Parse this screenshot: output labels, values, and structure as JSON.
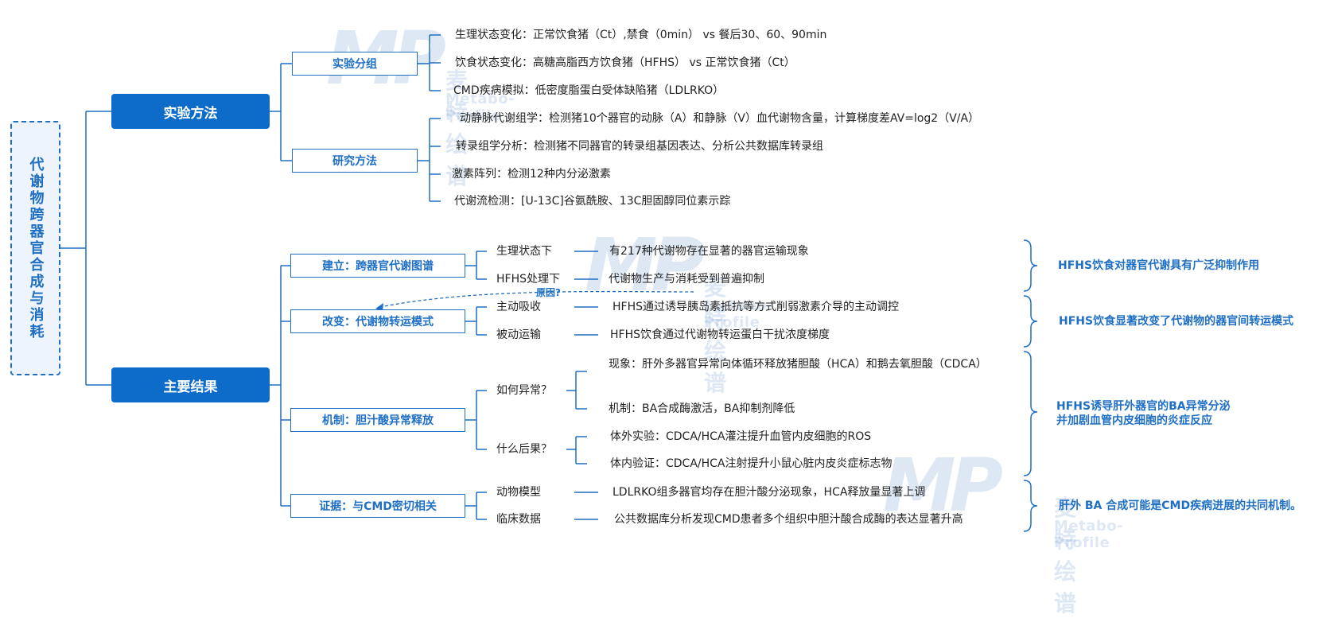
{
  "root": {
    "title": "代谢物跨器官合成与消耗"
  },
  "methods": {
    "title": "实验方法",
    "groups": [
      {
        "label": "实验分组",
        "items": [
          "生理状态变化：正常饮食猪（Ct）,禁食（0min） vs 餐后30、60、90min",
          "饮食状态变化：高糖高脂西方饮食猪（HFHS） vs 正常饮食猪（Ct）",
          "CMD疾病模拟：低密度脂蛋白受体缺陷猪（LDLRKO）"
        ]
      },
      {
        "label": "研究方法",
        "items": [
          "动静脉代谢组学：检测猪10个器官的动脉（A）和静脉（V）血代谢物含量，计算梯度差AV=log2（V/A）",
          "转录组学分析：检测猪不同器官的转录组基因表达、分析公共数据库转录组",
          "激素阵列：检测12种内分泌激素",
          "代谢流检测：[U-13C]谷氨酰胺、13C胆固醇同位素示踪"
        ]
      }
    ]
  },
  "results": {
    "title": "主要结果",
    "groups": [
      {
        "label": "建立：跨器官代谢图谱",
        "subs": [
          {
            "label": "生理状态下",
            "detail": "有217种代谢物存在显著的器官运输现象"
          },
          {
            "label": "HFHS处理下",
            "detail": "代谢物生产与消耗受到普遍抑制"
          }
        ]
      },
      {
        "label": "改变：代谢物转运模式",
        "subs": [
          {
            "label": "主动吸收",
            "detail": "HFHS通过诱导胰岛素抵抗等方式削弱激素介导的主动调控"
          },
          {
            "label": "被动运输",
            "detail": "HFHS饮食通过代谢物转运蛋白干扰浓度梯度"
          }
        ]
      },
      {
        "label": "机制：胆汁酸异常释放",
        "subs": [
          {
            "label": "如何异常？",
            "details": [
              "现象：肝外多器官异常向体循环释放猪胆酸（HCA）和鹅去氧胆酸（CDCA）",
              "机制：BA合成酶激活，BA抑制剂降低"
            ]
          },
          {
            "label": "什么后果？",
            "details": [
              "体外实验：CDCA/HCA灌注提升血管内皮细胞的ROS",
              "体内验证：CDCA/HCA注射提升小鼠心脏内皮炎症标志物"
            ]
          }
        ]
      },
      {
        "label": "证据：与CMD密切相关",
        "subs": [
          {
            "label": "动物模型",
            "detail": "LDLRKO组多器官均存在胆汁酸分泌现象，HCA释放量显著上调"
          },
          {
            "label": "临床数据",
            "detail": "公共数据库分析发现CMD患者多个组织中胆汁酸合成酶的表达显著升高"
          }
        ]
      }
    ],
    "annotation": "原因?"
  },
  "summaries": [
    "HFHS饮食对器官代谢具有广泛抑制作用",
    "HFHS饮食显著改变了代谢物的器官间转运模式",
    "HFHS诱导肝外器官的BA异常分泌",
    "并加剧血管内皮细胞的炎症反应",
    "肝外 BA 合成可能是CMD疾病进展的共同机制。"
  ],
  "watermarks": [
    {
      "mark": "MP",
      "cn": "麦特绘谱",
      "en": "Metabo-Profile"
    },
    {
      "mark": "MP",
      "cn": "麦特绘谱",
      "en": "Metabo-Profile"
    },
    {
      "mark": "MP",
      "cn": "麦特绘谱",
      "en": "Metabo-Profile"
    }
  ],
  "colors": {
    "primary": "#0d6cc9",
    "accent": "#1f6fc4",
    "line": "#1f6fc4"
  }
}
